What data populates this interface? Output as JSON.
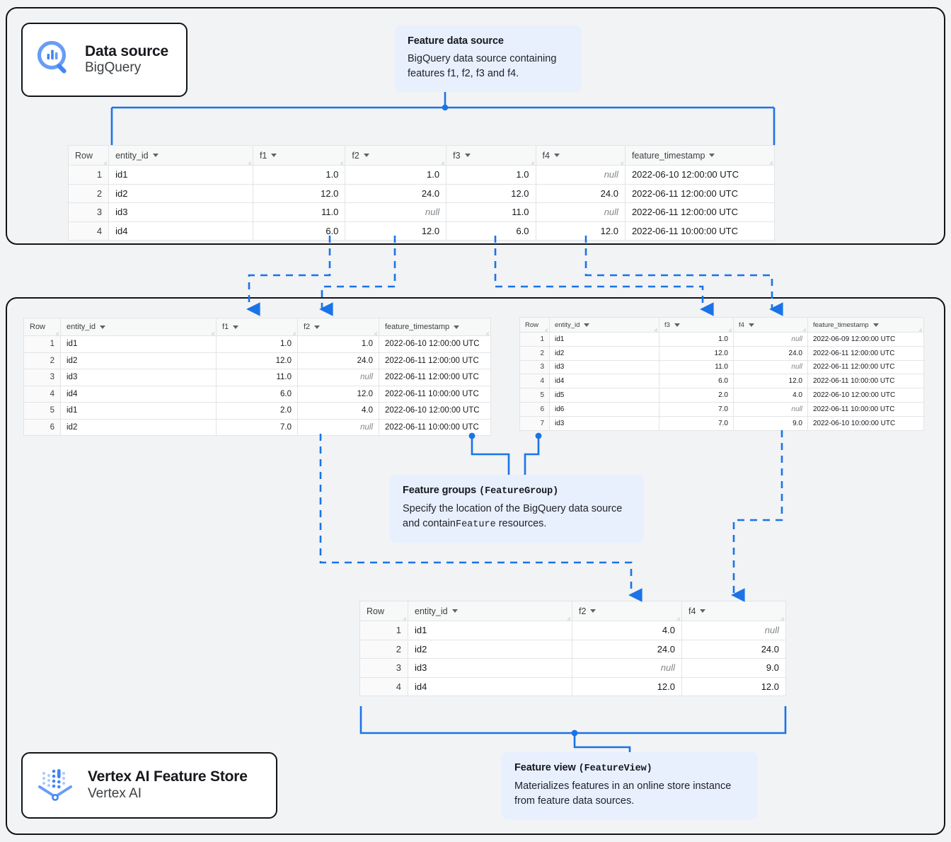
{
  "sections": {
    "data_source": {
      "name": "Data source section"
    },
    "feature_store": {
      "name": "Vertex AI Feature Store section"
    }
  },
  "badges": [
    {
      "id": "bigquery",
      "icon": "bigquery-magnifier-icon",
      "title": "Data source",
      "subtitle": "BigQuery"
    },
    {
      "id": "vertexai",
      "icon": "vertex-ai-funnel-icon",
      "title": "Vertex AI Feature Store",
      "subtitle": "Vertex AI"
    }
  ],
  "callouts": {
    "feature_data_source": {
      "title": "Feature data source",
      "title_code": "",
      "body": "BigQuery data source containing features f1, f2, f3 and f4.",
      "body_pre": "BigQuery data source containing features f1, f2, f3 and f4.",
      "body_code": "",
      "body_post": ""
    },
    "feature_groups": {
      "title": "Feature groups ",
      "title_code": "(FeatureGroup)",
      "body_pre": "Specify the location of the BigQuery data source and contain",
      "body_code": "Feature",
      "body_post": " resources."
    },
    "feature_view": {
      "title": "Feature view ",
      "title_code": "(FeatureView)",
      "body_pre": "Materializes features in an online store instance from feature data sources.",
      "body_code": "",
      "body_post": ""
    }
  },
  "colors": {
    "wire": "#1a73e8",
    "callout_bg": "#e8f0fe",
    "canvas_bg": "#f1f3f4",
    "border": "#111418",
    "table_header_bg": "#f7f8f8",
    "null_text": "#80868b"
  },
  "tables": {
    "source_table": {
      "name": "bigquery-source-table",
      "columns": [
        "Row",
        "entity_id",
        "f1",
        "f2",
        "f3",
        "f4",
        "feature_timestamp"
      ],
      "sortable": [
        false,
        true,
        true,
        true,
        true,
        true,
        true
      ],
      "rows": [
        {
          "row": "1",
          "entity_id": "id1",
          "f1": "1.0",
          "f2": "1.0",
          "f3": "1.0",
          "f4": "null",
          "feature_timestamp": "2022-06-10 12:00:00 UTC"
        },
        {
          "row": "2",
          "entity_id": "id2",
          "f1": "12.0",
          "f2": "24.0",
          "f3": "12.0",
          "f4": "24.0",
          "feature_timestamp": "2022-06-11 12:00:00 UTC"
        },
        {
          "row": "3",
          "entity_id": "id3",
          "f1": "11.0",
          "f2": "null",
          "f3": "11.0",
          "f4": "null",
          "feature_timestamp": "2022-06-11 12:00:00 UTC"
        },
        {
          "row": "4",
          "entity_id": "id4",
          "f1": "6.0",
          "f2": "12.0",
          "f3": "6.0",
          "f4": "12.0",
          "feature_timestamp": "2022-06-11 10:00:00 UTC"
        }
      ]
    },
    "feature_group_left": {
      "name": "feature-group-table-left",
      "columns": [
        "Row",
        "entity_id",
        "f1",
        "f2",
        "feature_timestamp"
      ],
      "rows": [
        {
          "row": "1",
          "entity_id": "id1",
          "f1": "1.0",
          "f2": "1.0",
          "feature_timestamp": "2022-06-10 12:00:00 UTC"
        },
        {
          "row": "2",
          "entity_id": "id2",
          "f1": "12.0",
          "f2": "24.0",
          "feature_timestamp": "2022-06-11 12:00:00 UTC"
        },
        {
          "row": "3",
          "entity_id": "id3",
          "f1": "11.0",
          "f2": "null",
          "feature_timestamp": "2022-06-11 12:00:00 UTC"
        },
        {
          "row": "4",
          "entity_id": "id4",
          "f1": "6.0",
          "f2": "12.0",
          "feature_timestamp": "2022-06-11 10:00:00 UTC"
        },
        {
          "row": "5",
          "entity_id": "id1",
          "f1": "2.0",
          "f2": "4.0",
          "feature_timestamp": "2022-06-10 12:00:00 UTC"
        },
        {
          "row": "6",
          "entity_id": "id2",
          "f1": "7.0",
          "f2": "null",
          "feature_timestamp": "2022-06-11 10:00:00 UTC"
        }
      ]
    },
    "feature_group_right": {
      "name": "feature-group-table-right",
      "columns": [
        "Row",
        "entity_id",
        "f3",
        "f4",
        "feature_timestamp"
      ],
      "rows": [
        {
          "row": "1",
          "entity_id": "id1",
          "f3": "1.0",
          "f4": "null",
          "feature_timestamp": "2022-06-09 12:00:00 UTC"
        },
        {
          "row": "2",
          "entity_id": "id2",
          "f3": "12.0",
          "f4": "24.0",
          "feature_timestamp": "2022-06-11 12:00:00 UTC"
        },
        {
          "row": "3",
          "entity_id": "id3",
          "f3": "11.0",
          "f4": "null",
          "feature_timestamp": "2022-06-11 12:00:00 UTC"
        },
        {
          "row": "4",
          "entity_id": "id4",
          "f3": "6.0",
          "f4": "12.0",
          "feature_timestamp": "2022-06-11 10:00:00 UTC"
        },
        {
          "row": "5",
          "entity_id": "id5",
          "f3": "2.0",
          "f4": "4.0",
          "feature_timestamp": "2022-06-10 12:00:00 UTC"
        },
        {
          "row": "6",
          "entity_id": "id6",
          "f3": "7.0",
          "f4": "null",
          "feature_timestamp": "2022-06-11 10:00:00 UTC"
        },
        {
          "row": "7",
          "entity_id": "id3",
          "f3": "7.0",
          "f4": "9.0",
          "feature_timestamp": "2022-06-10 10:00:00 UTC"
        }
      ]
    },
    "feature_view_table": {
      "name": "feature-view-table",
      "columns": [
        "Row",
        "entity_id",
        "f2",
        "f4"
      ],
      "rows": [
        {
          "row": "1",
          "entity_id": "id1",
          "f2": "4.0",
          "f4": "null"
        },
        {
          "row": "2",
          "entity_id": "id2",
          "f2": "24.0",
          "f4": "24.0"
        },
        {
          "row": "3",
          "entity_id": "id3",
          "f2": "null",
          "f4": "9.0"
        },
        {
          "row": "4",
          "entity_id": "id4",
          "f2": "12.0",
          "f4": "12.0"
        }
      ]
    }
  }
}
